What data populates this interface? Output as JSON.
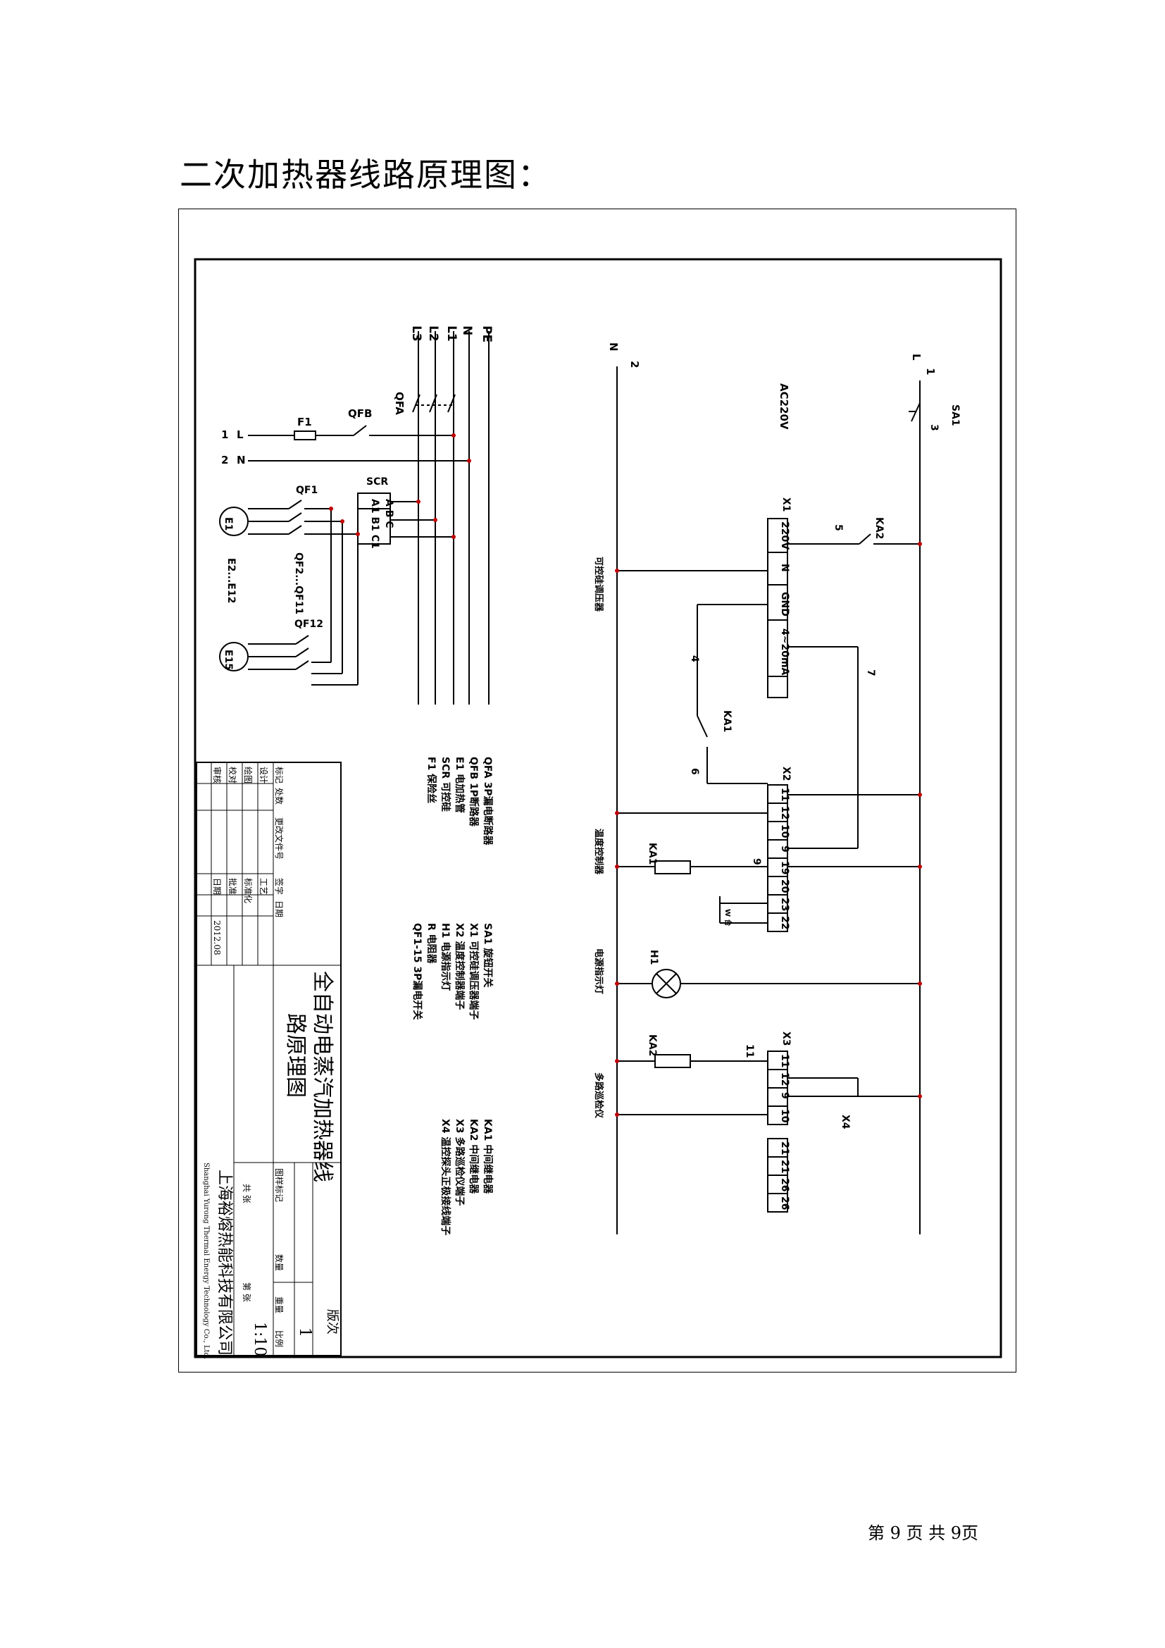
{
  "heading": "二次加热器线路原理图：",
  "footer": {
    "page_text": "第 9 页 共 9页"
  },
  "bus": {
    "labels": [
      "PE",
      "N",
      "L1",
      "L2",
      "L3"
    ]
  },
  "power": {
    "qfa": "QFA",
    "qfb": "QFB",
    "f1": "F1",
    "supply_l": "L",
    "supply_n": "N",
    "supply_1": "1",
    "supply_2": "2",
    "scr": "SCR",
    "scr_abc": "A B C",
    "scr_a1b1c1": "A1 B1 C1",
    "qf1": "QF1",
    "qf2_11": "QF2...QF11",
    "qf12": "QF12",
    "e1": "E1",
    "e2_12": "E2...E12",
    "e15": "E15"
  },
  "control": {
    "n_label": "N",
    "n_num": "2",
    "l_label": "L",
    "l_num": "1",
    "ac": "AC220V",
    "sa1": "SA1",
    "sa1_num": "3",
    "ka2_contact": "KA2",
    "wire5": "5",
    "x1": "X1",
    "x1_terms": [
      "220V",
      "N",
      "GND",
      "4~20mA",
      ""
    ],
    "wire4": "4",
    "wire7": "7",
    "ka1_contact": "KA1",
    "wire6": "6",
    "x2": "X2",
    "x2_terms": [
      "11",
      "12",
      "10",
      "9",
      "19",
      "20",
      "23",
      "22"
    ],
    "wire9": "9",
    "ka1_coil": "KA1",
    "h1": "H1",
    "ka2_coil": "KA2",
    "wire11": "11",
    "x3": "X3",
    "x3_terms": [
      "11",
      "12",
      "9",
      "10"
    ],
    "x4": "X4",
    "x4_terms": [
      "21",
      "21",
      "26",
      "26"
    ],
    "branch_labels": [
      "可控硅调压器",
      "温度控制器",
      "电源指示灯",
      "多路巡检仪"
    ],
    "sensor": "W 台"
  },
  "legend_left": [
    "QFA 3P漏电断路器",
    "QFB 1P断路器",
    "E1 电加热管",
    "SCR 可控硅",
    "F1 保险丝"
  ],
  "legend_mid": [
    "SA1 旋钮开关",
    "X1 可控硅调压器端子",
    "X2 温度控制器端子",
    "H1 电源指示灯",
    "R 电阻器",
    "QF1-15 3P漏电开关"
  ],
  "legend_right": [
    "KA1 中间继电器",
    "KA2 中间继电器",
    "X3 多路巡检仪端子",
    "X4 温控探头正极接线端子"
  ],
  "title_block": {
    "rev_labels": [
      "标记",
      "处数",
      "更改文件号",
      "签字",
      "日期"
    ],
    "sign_labels": [
      "设计",
      "绘图",
      "校对",
      "审核"
    ],
    "sign_labels2": [
      "工艺",
      "标准化",
      "批准",
      "日期"
    ],
    "date": "2012.08",
    "drawing_title_1": "全自动电蒸汽加热器线",
    "drawing_title_2": "路原理图",
    "company_cn": "上海裕熔热能科技有限公司",
    "company_en": "Shanghai Yurong Thermal Energy Technology Co., Ltd.",
    "mark_labels": [
      "图样标记",
      "数量",
      "重量",
      "比例"
    ],
    "sheet_total": "共    张",
    "sheet_no": "第    张",
    "version_label": "版次",
    "version": "1",
    "scale": "1:10"
  }
}
